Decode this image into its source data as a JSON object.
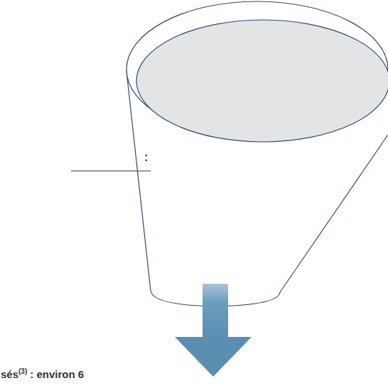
{
  "diagram": {
    "labels": [
      ":",
      "sés",
      "(3)",
      ": environ 6"
    ]
  }
}
